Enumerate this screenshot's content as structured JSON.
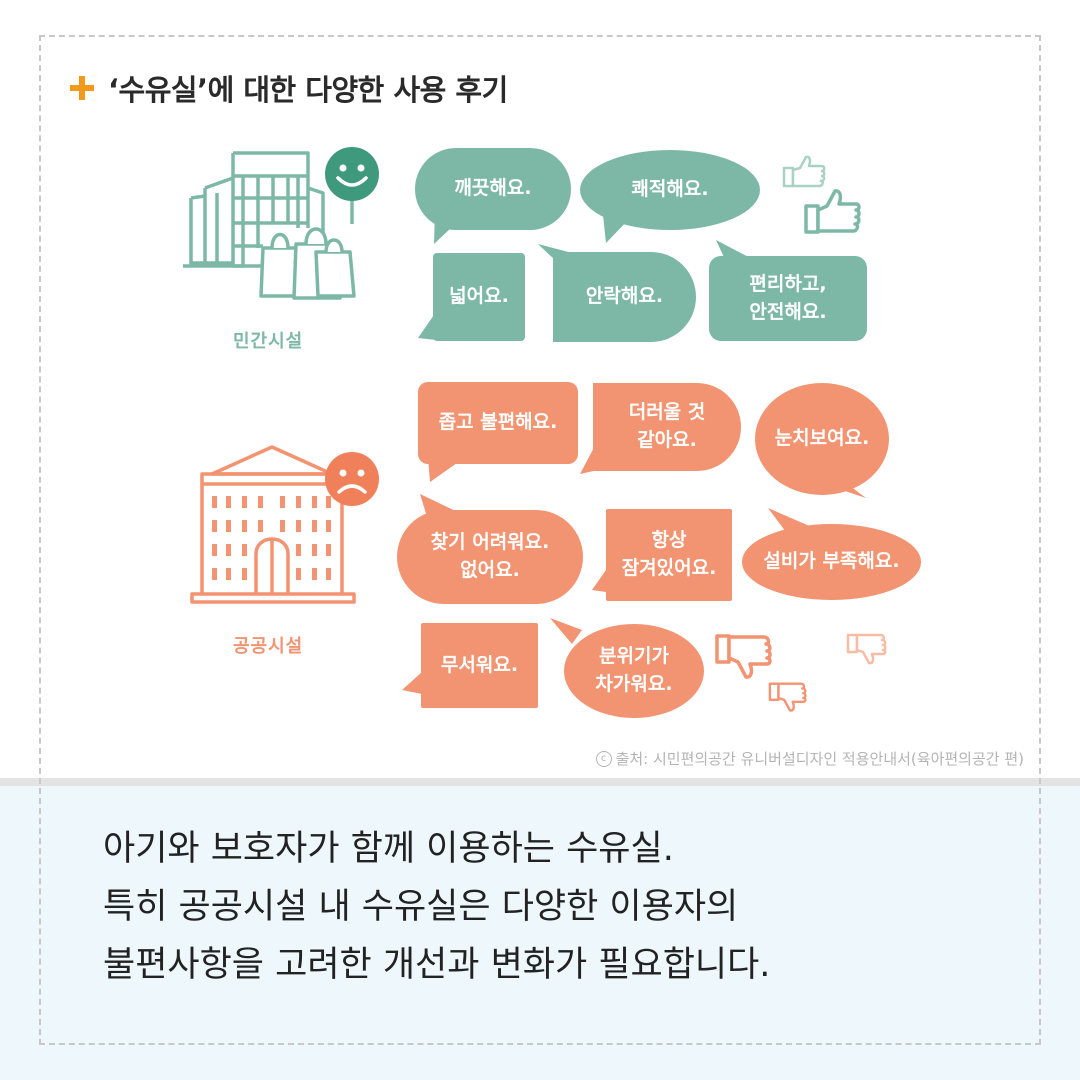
{
  "title": "‘수유실’에 대한 다양한 사용 후기",
  "colors": {
    "accent": "#f39a1c",
    "private_green": "#7db8a6",
    "public_orange": "#f29371",
    "smiley_green": "#3f9a7d",
    "frown_orange": "#f0805a"
  },
  "private": {
    "label": "민간시설",
    "icons": [
      "building-icon",
      "shopping-bags-icon",
      "smiley-face-icon",
      "thumbs-up-icon"
    ],
    "reviews": [
      "깨끗해요.",
      "쾌적해요.",
      "넓어요.",
      "안락해요.",
      "편리하고,\n안전해요."
    ]
  },
  "public": {
    "label": "공공시설",
    "icons": [
      "public-building-icon",
      "sad-face-icon",
      "thumbs-down-icon"
    ],
    "reviews": [
      "좁고 불편해요.",
      "더러울 것\n같아요.",
      "눈치보여요.",
      "찾기 어려워요.\n없어요.",
      "항상\n잠겨있어요.",
      "설비가 부족해요.",
      "무서워요.",
      "분위기가\n차가워요."
    ]
  },
  "source": {
    "mark": "c",
    "text": "출처: 시민편의공간 유니버설디자인 적용안내서(육아편의공간 편)"
  },
  "description": [
    "아기와 보호자가 함께 이용하는 수유실.",
    "특히 공공시설 내 수유실은 다양한 이용자의",
    "불편사항을 고려한 개선과 변화가 필요합니다."
  ]
}
